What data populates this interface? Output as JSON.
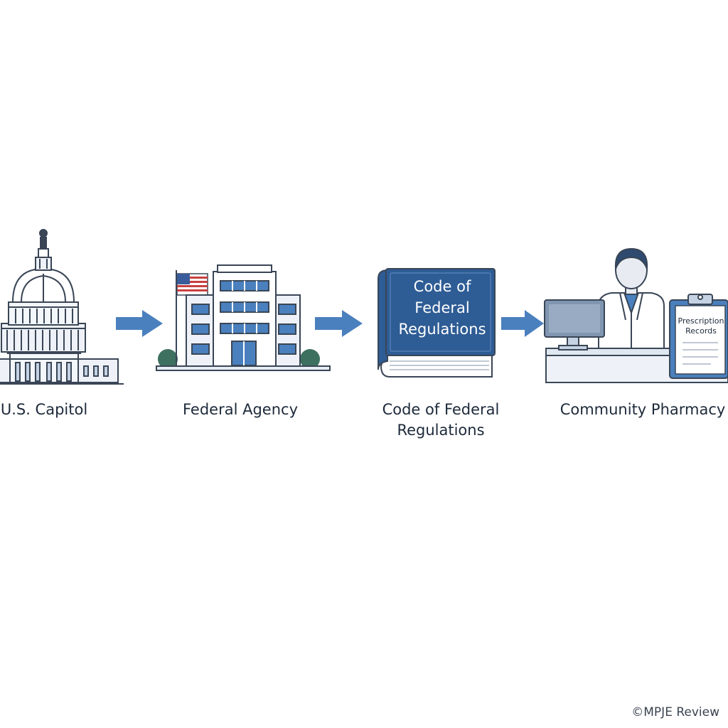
{
  "steps": [
    {
      "label": "U.S. Capitol",
      "icon": "capitol-icon"
    },
    {
      "label": "Federal Agency",
      "icon": "agency-building-icon"
    },
    {
      "label_lines": [
        "Code of Federal",
        "Regulations"
      ],
      "icon": "book-icon",
      "cover_lines": [
        "Code of",
        "Federal",
        "Regulations"
      ]
    },
    {
      "label": "Community Pharmacy",
      "icon": "pharmacist-icon",
      "clipboard_lines": [
        "Prescription",
        "Records"
      ]
    }
  ],
  "arrows": [
    "arrow-right-icon",
    "arrow-right-icon",
    "arrow-right-icon"
  ],
  "copyright": "©MPJE Review",
  "colors": {
    "accent_blue": "#4a80bd",
    "dark_blue": "#2e5c95",
    "outline": "#3a4656",
    "light_fill": "#e6ecf4",
    "text": "#1d2a3a"
  }
}
